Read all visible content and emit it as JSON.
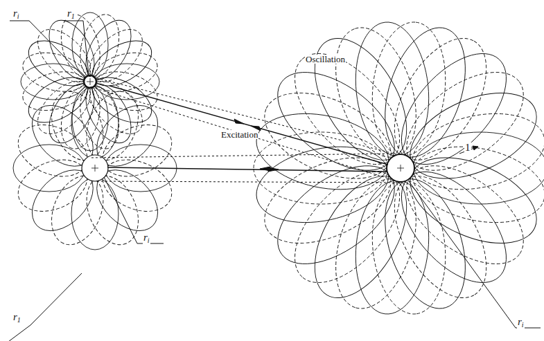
{
  "diagram": {
    "labels": [
      "ri",
      "r1",
      "Oscillation",
      "Excitation",
      "1",
      "ri",
      "r1",
      "ri"
    ]
  }
}
